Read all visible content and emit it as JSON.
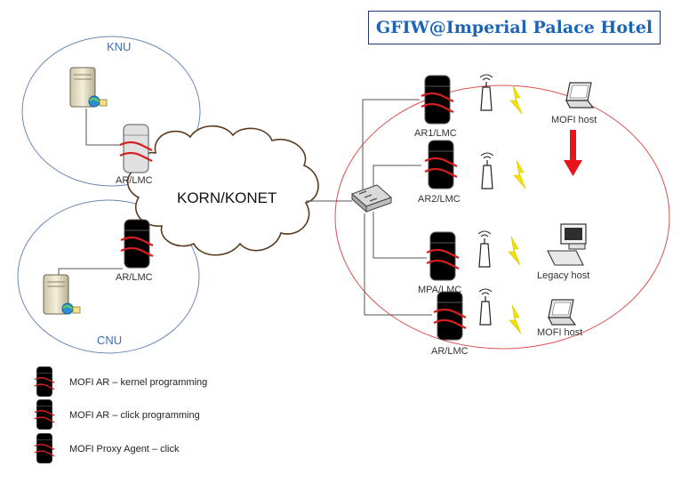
{
  "title": "GFIW@Imperial Palace Hotel",
  "zones": {
    "knu": "KNU",
    "cnu": "CNU"
  },
  "cloud_label": "KORN/KONET",
  "routers": {
    "knu_ar": "AR/LMC",
    "cnu_ar": "AR/LMC",
    "ar1": "AR1/LMC",
    "ar2": "AR2/LMC",
    "mpa": "MPA/LMC",
    "ar": "AR/LMC"
  },
  "hosts": {
    "mofi_host_1": "MOFI host",
    "legacy_host": "Legacy host",
    "mofi_host_2": "MOFI host"
  },
  "legend": [
    {
      "label": "MOFI AR – kernel programming",
      "color": "#e8e8e8"
    },
    {
      "label": "MOFI AR – click programming",
      "color": "#f6c9ac"
    },
    {
      "label": "MOFI Proxy Agent – click",
      "color": "#9cc06e"
    }
  ],
  "colors": {
    "zone_border": "#6a87b8",
    "hotel_border": "#d9534f",
    "arrow": "#e8141a",
    "lightning": "#f2e200"
  }
}
